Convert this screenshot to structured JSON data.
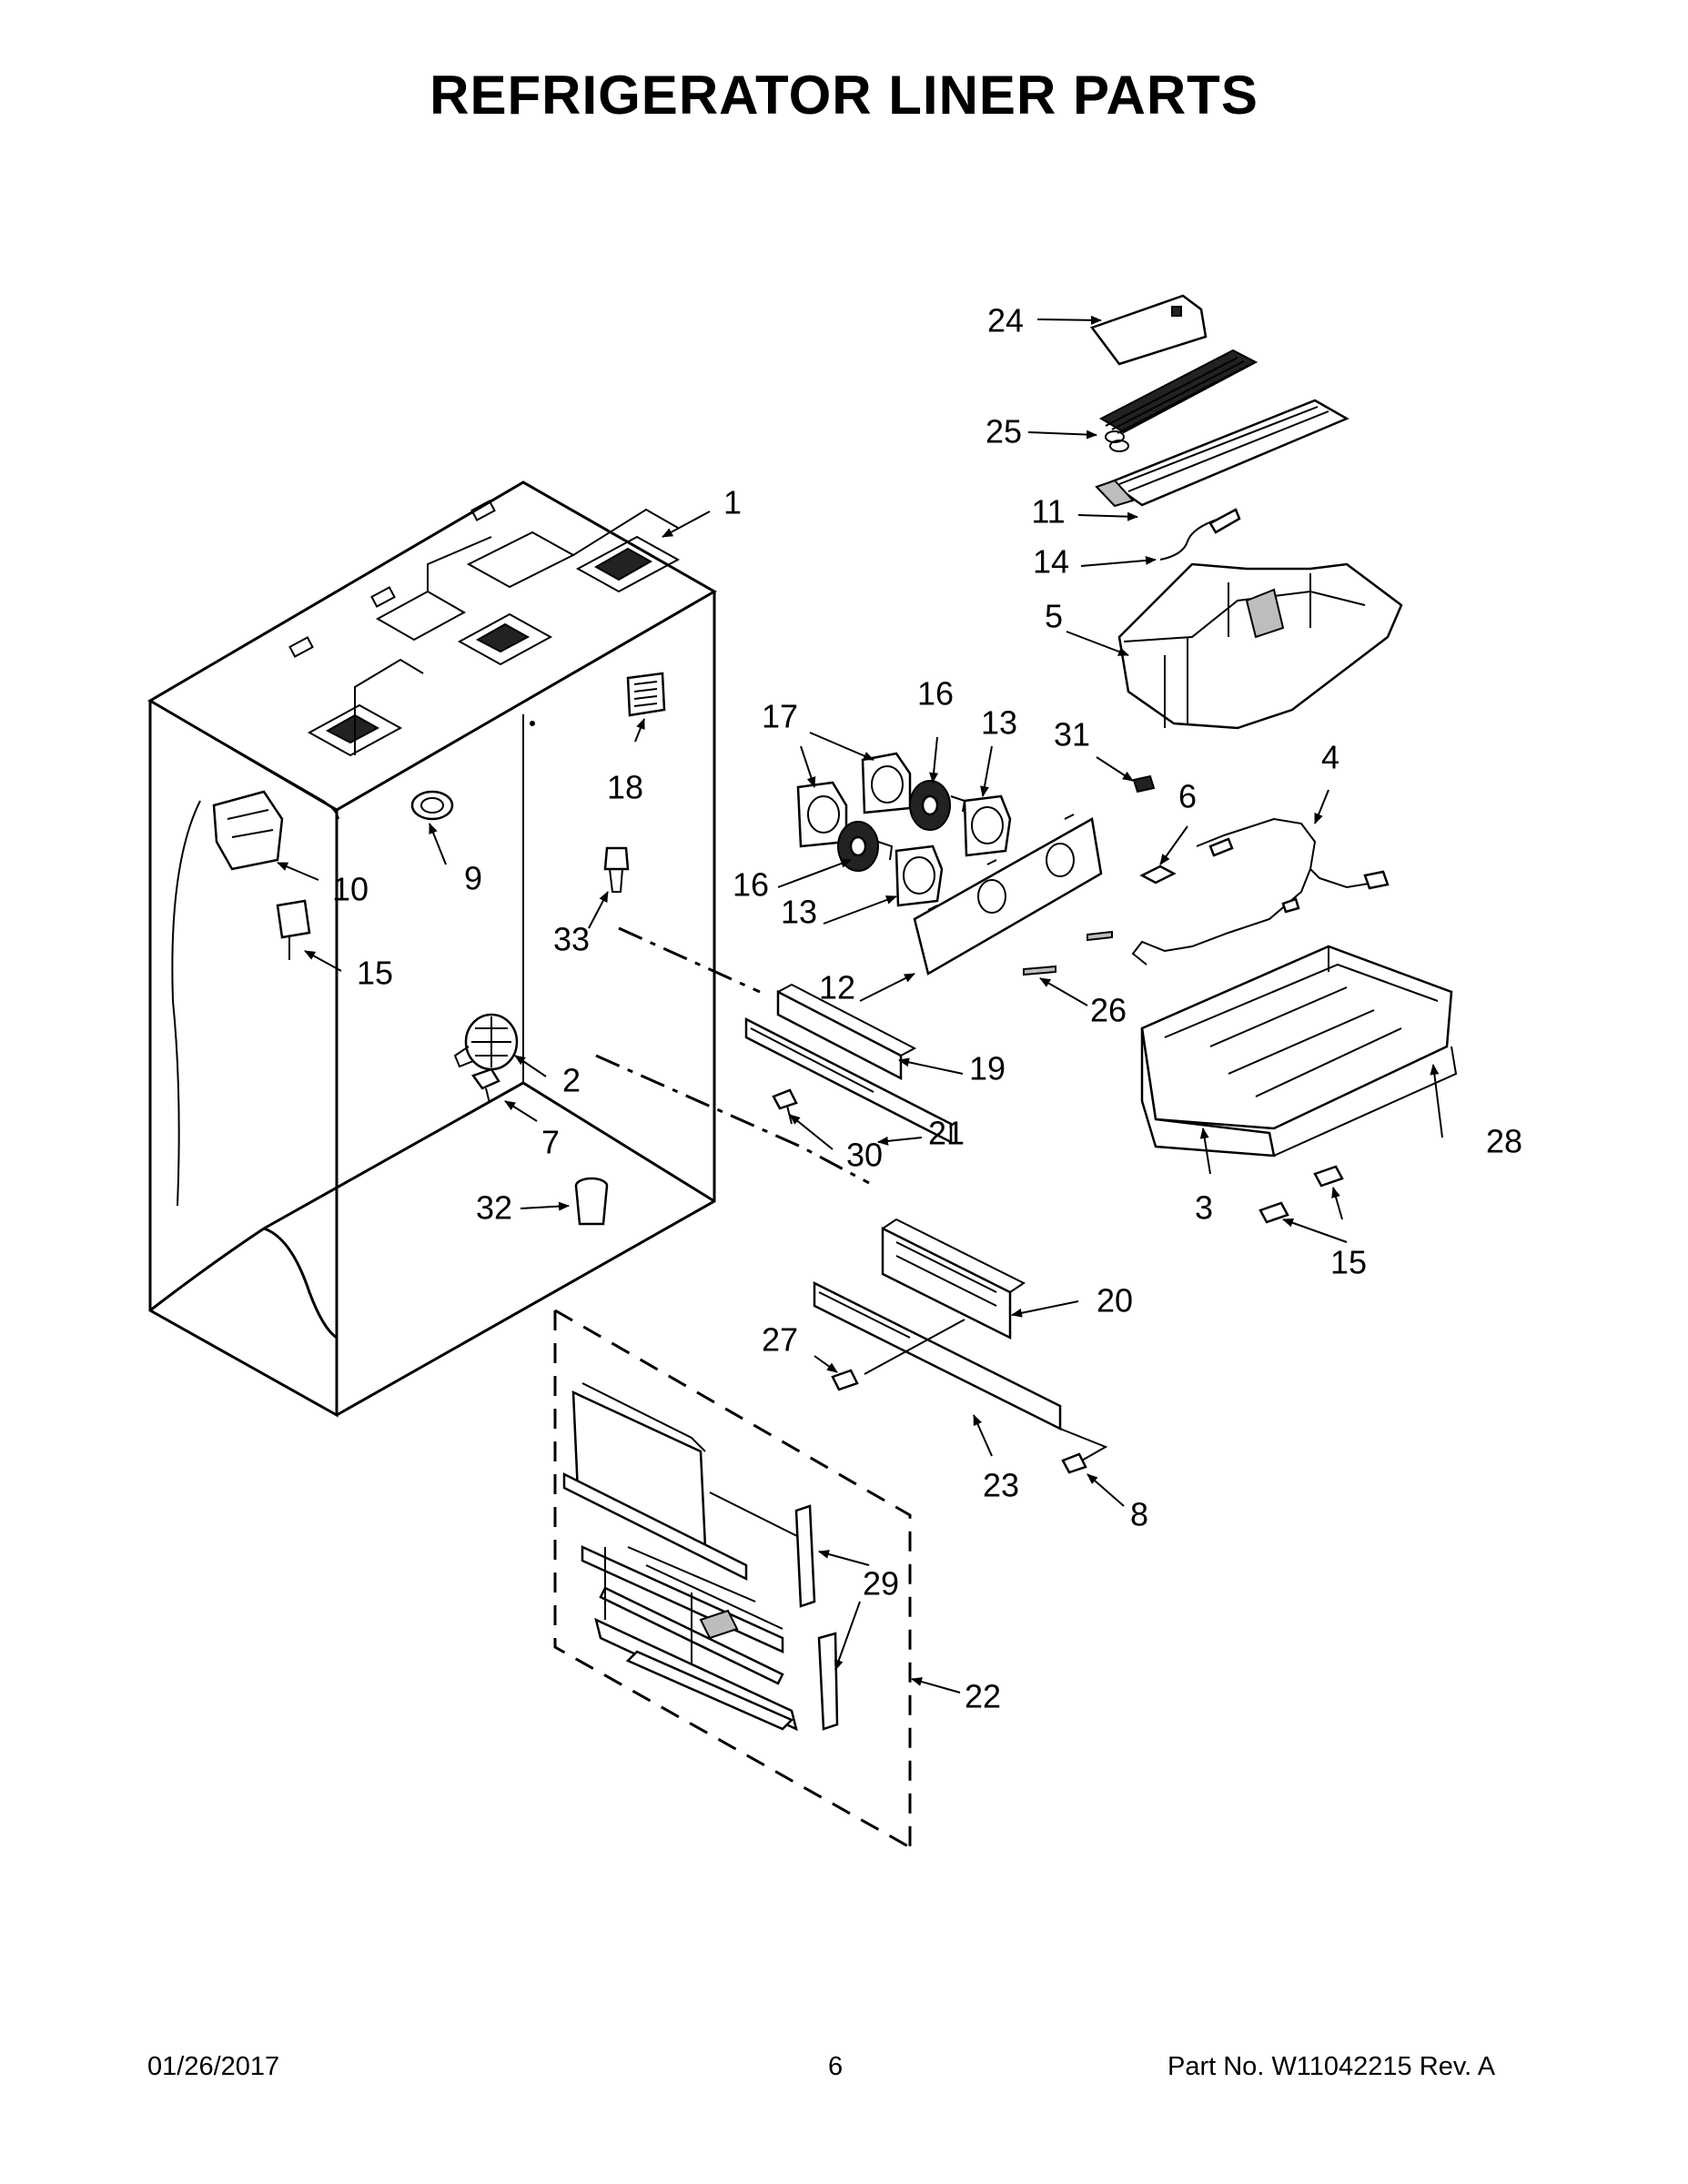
{
  "title": "REFRIGERATOR LINER PARTS",
  "callouts": [
    "1",
    "2",
    "3",
    "4",
    "5",
    "6",
    "7",
    "8",
    "9",
    "10",
    "11",
    "12",
    "13",
    "13",
    "14",
    "15",
    "15",
    "16",
    "16",
    "17",
    "18",
    "19",
    "20",
    "21",
    "22",
    "23",
    "24",
    "25",
    "26",
    "27",
    "28",
    "29",
    "30",
    "31",
    "32",
    "33"
  ],
  "footer": {
    "date": "01/26/2017",
    "page_number": "6",
    "part_label": "Part No.",
    "part_number": "W11042215",
    "rev_label": "Rev.",
    "rev": "A"
  }
}
